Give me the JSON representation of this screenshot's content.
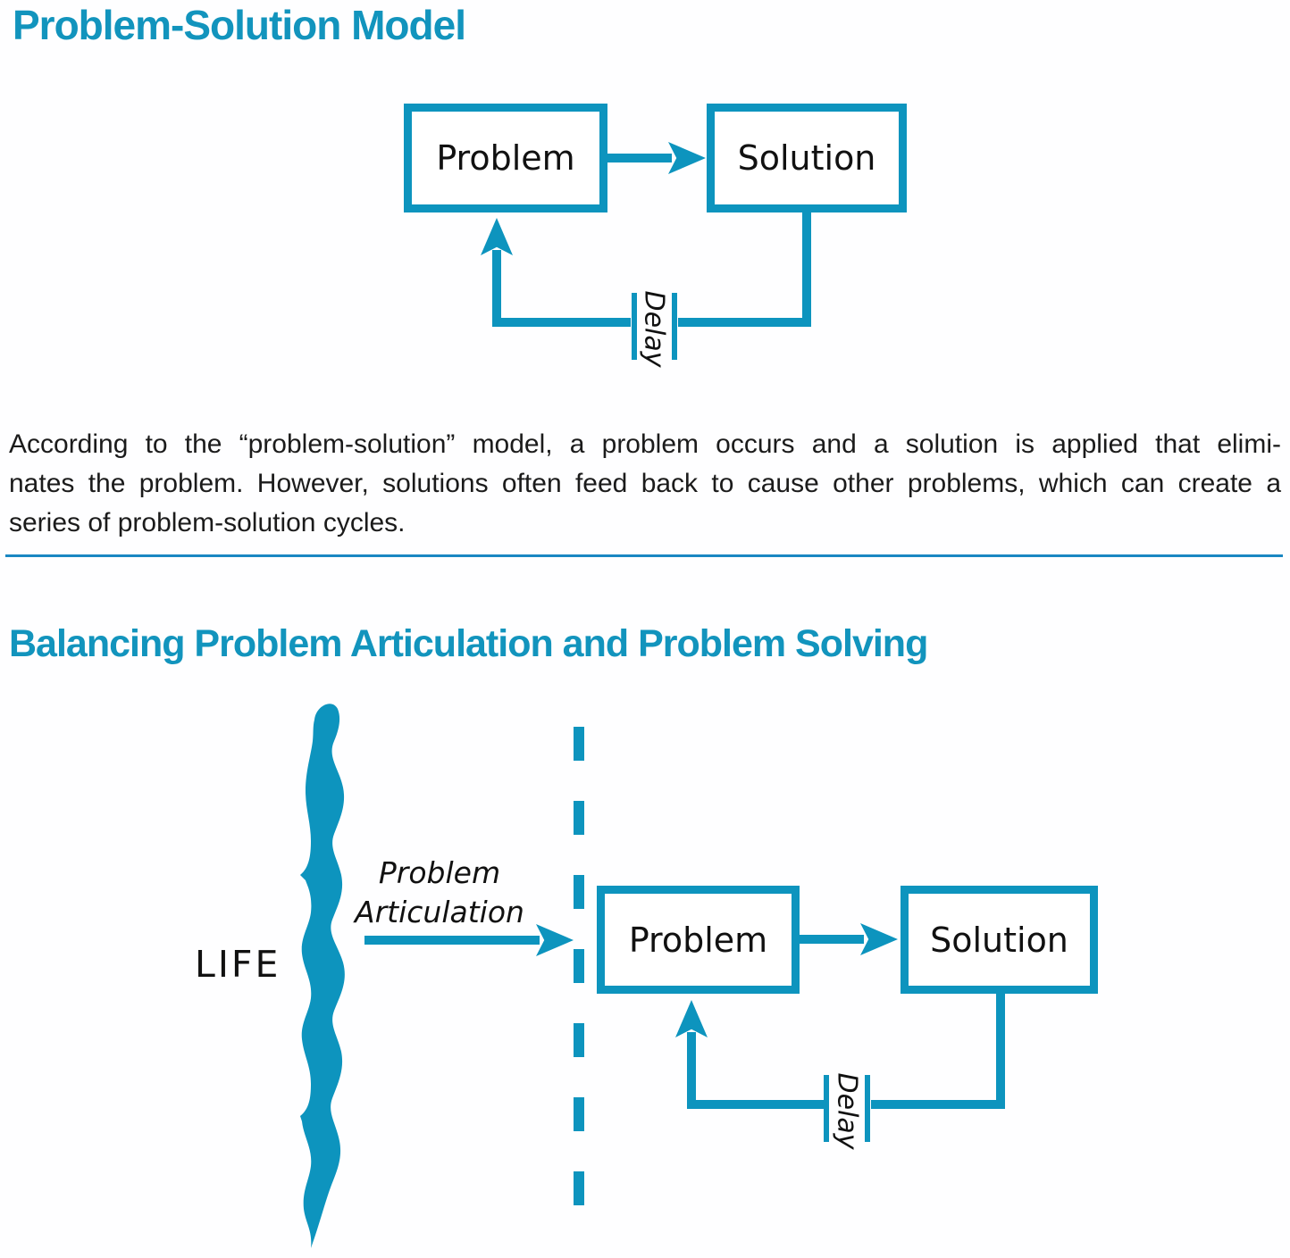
{
  "colors": {
    "accent": "#0d94be",
    "heading": "#1294bd",
    "divider": "#1a87c2",
    "text": "#1b1b1b"
  },
  "section1": {
    "heading": "Problem-Solution Model",
    "diagram": {
      "problem_label": "Problem",
      "solution_label": "Solution",
      "delay_label": "Delay"
    },
    "paragraph_lines": [
      "According to the “problem-solution” model, a problem occurs and a solution is applied that elimi-",
      "nates the problem.  However, solutions often feed back to cause other problems, which can create a",
      "series of problem-solution cycles."
    ]
  },
  "section2": {
    "heading": "Balancing Problem Articulation and Problem Solving",
    "life_label": "LIFE",
    "arrow_label_line1": "Problem",
    "arrow_label_line2": "Articulation",
    "diagram": {
      "problem_label": "Problem",
      "solution_label": "Solution",
      "delay_label": "Delay"
    }
  }
}
